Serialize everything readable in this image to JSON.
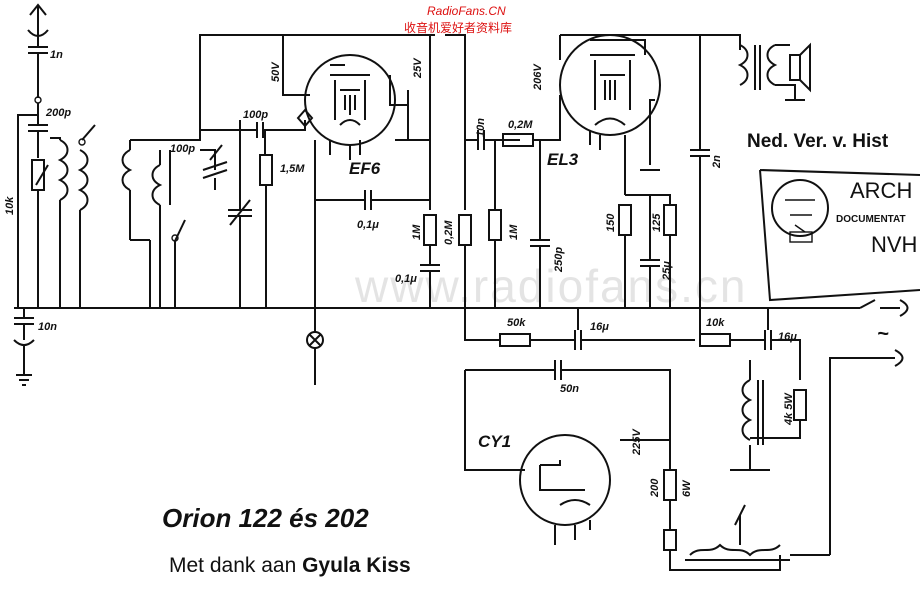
{
  "watermark": {
    "site_en": "RadioFans.CN",
    "site_cn": "收音机爱好者资料库",
    "center": "www.radiofans.cn"
  },
  "tubes": {
    "t1": "EF6",
    "t2": "EL3",
    "t3": "CY1"
  },
  "labels": {
    "c1n": "1n",
    "c200p": "200p",
    "r10k_left": "10k",
    "c10n_left": "10n",
    "c100p_coil": "100p",
    "c100p_grid": "100p",
    "r1_5M": "1,5M",
    "v50": "50V",
    "v25": "25V",
    "c01u_a": "0,1μ",
    "c01u_b": "0,1μ",
    "r1M_a": "1M",
    "r02M_a": "0,2M",
    "c10n_mid": "10n",
    "r02M_b": "0,2M",
    "r1M_b": "1M",
    "c250p": "250p",
    "v206": "206V",
    "r150": "150",
    "r125": "125",
    "c25u": "25μ",
    "c2n": "2n",
    "r50k": "50k",
    "c16u_a": "16μ",
    "r10k_right": "10k",
    "c16u_b": "16μ",
    "c50n": "50n",
    "r4k5W": "4k 5W",
    "v225": "225V",
    "r200": "200",
    "r6W": "6W",
    "mains": "~"
  },
  "stamp": {
    "header": "Ned. Ver. v. Hist",
    "line1": "ARCH",
    "line2": "DOCUMENTAT",
    "line3": "NVH"
  },
  "caption": {
    "model": "Orion 122 és 202",
    "thanks_prefix": "Met dank aan ",
    "thanks_name": "Gyula Kiss"
  }
}
